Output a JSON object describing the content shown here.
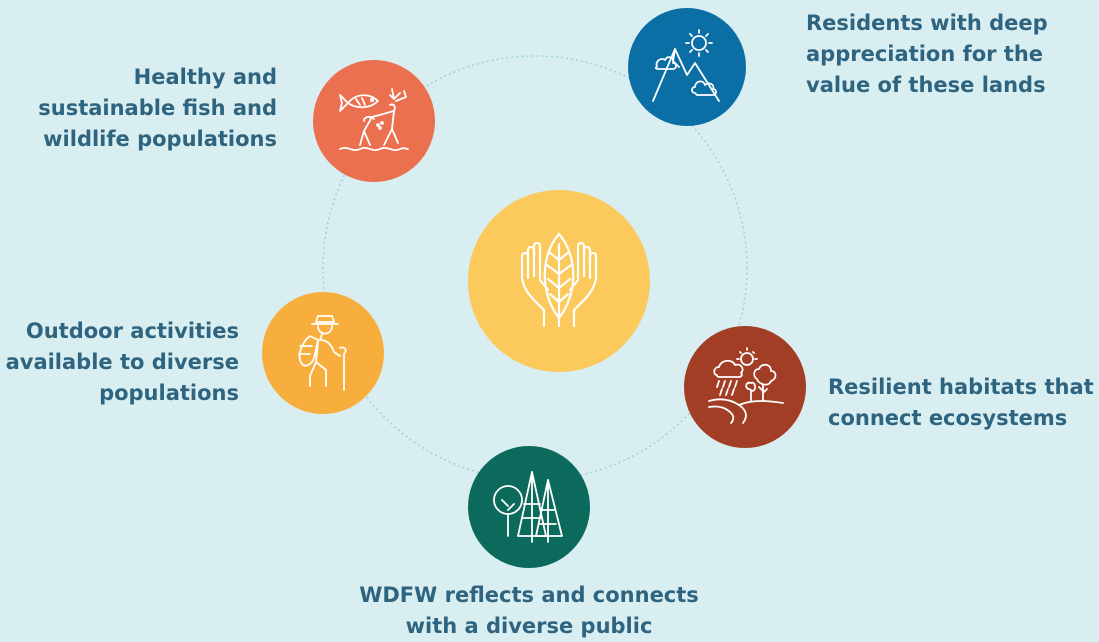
{
  "colors": {
    "background": "#d8eef0",
    "label_text": "#2f6480",
    "ring": "#9fd3dc",
    "center": "#fbc95c",
    "fish_wildlife": "#ea7050",
    "residents": "#0b6ea5",
    "resilient": "#a33e26",
    "wdfw": "#0b6a5b",
    "outdoor": "#f8ae3c"
  },
  "center": {
    "icon": "hands-leaf-icon"
  },
  "outcomes": [
    {
      "key": "fish_wildlife",
      "icon": "fish-deer-icon",
      "lines": [
        "Healthy and",
        "sustainable fish and",
        "wildlife populations"
      ]
    },
    {
      "key": "residents",
      "icon": "mountain-sun-icon",
      "lines": [
        "Residents with deep",
        "appreciation for the",
        "value of these lands"
      ]
    },
    {
      "key": "resilient",
      "icon": "habitat-icon",
      "lines": [
        "Resilient habitats that",
        "connect ecosystems"
      ]
    },
    {
      "key": "wdfw",
      "icon": "trees-icon",
      "lines": [
        "WDFW reflects and connects",
        "with a diverse public"
      ]
    },
    {
      "key": "outdoor",
      "icon": "hiker-icon",
      "lines": [
        "Outdoor activities",
        "available to diverse",
        "populations"
      ]
    }
  ]
}
